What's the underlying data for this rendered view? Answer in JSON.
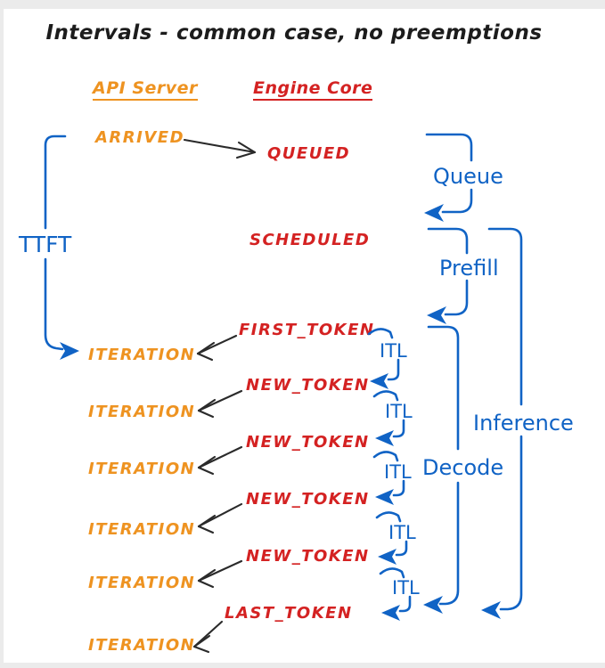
{
  "title": "Intervals - common case, no preemptions",
  "colors": {
    "api_orange": "#EE9321",
    "engine_red": "#D42222",
    "interval_blue": "#1063C5",
    "arrow_black": "#2A2A2A"
  },
  "api_server": {
    "header": "API Server",
    "events": [
      "ARRIVED",
      "ITERATION",
      "ITERATION",
      "ITERATION",
      "ITERATION",
      "ITERATION",
      "ITERATION"
    ]
  },
  "engine_core": {
    "header": "Engine Core",
    "events": [
      "QUEUED",
      "SCHEDULED",
      "FIRST_TOKEN",
      "NEW_TOKEN",
      "NEW_TOKEN",
      "NEW_TOKEN",
      "NEW_TOKEN",
      "LAST_TOKEN"
    ]
  },
  "intervals": {
    "ttft": "TTFT",
    "queue": "Queue",
    "prefill": "Prefill",
    "itl": [
      "ITL",
      "ITL",
      "ITL",
      "ITL",
      "ITL"
    ],
    "decode": "Decode",
    "inference": "Inference"
  }
}
